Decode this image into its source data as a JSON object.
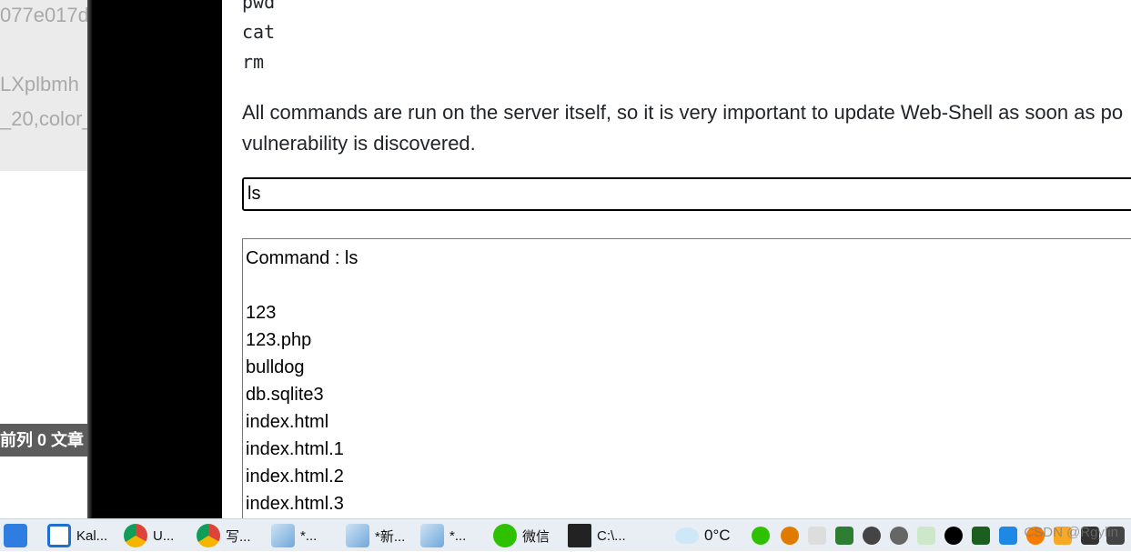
{
  "background_window": {
    "fragments": [
      "077e017d",
      "LXplbmh",
      "_20,color_"
    ],
    "bar_text": "前列 0  文章"
  },
  "page": {
    "commands": [
      "pwd",
      "cat",
      "rm"
    ],
    "paragraph": "All commands are run on the server itself, so it is very important to update Web-Shell as soon as po vulnerability is discovered.",
    "command_input_value": "ls",
    "output": {
      "header": "Command : ls",
      "lines": [
        "123",
        "123.php",
        "bulldog",
        "db.sqlite3",
        "index.html",
        "index.html.1",
        "index.html.2",
        "index.html.3"
      ]
    }
  },
  "taskbar": {
    "items": [
      {
        "label": "",
        "icon": "bird-app-icon",
        "color": "#2f7de1"
      },
      {
        "label": "Kal...",
        "icon": "vmware-icon",
        "color": "#1f6fd1"
      },
      {
        "label": "U...",
        "icon": "chrome-icon",
        "color": "#4285f4"
      },
      {
        "label": "写...",
        "icon": "chrome-icon",
        "color": "#4285f4"
      },
      {
        "label": "*...",
        "icon": "notepad-icon",
        "color": "#6fa8dc"
      },
      {
        "label": "*新...",
        "icon": "notepad-icon",
        "color": "#6fa8dc"
      },
      {
        "label": "*...",
        "icon": "notepad-icon",
        "color": "#6fa8dc"
      },
      {
        "label": "微信",
        "icon": "wechat-icon",
        "color": "#2dc100"
      },
      {
        "label": "C:\\...",
        "icon": "terminal-icon",
        "color": "#222222"
      }
    ],
    "weather": {
      "temp": "0°C",
      "icon": "cloud-icon"
    },
    "watermark": "CSDN @Rgylin"
  }
}
